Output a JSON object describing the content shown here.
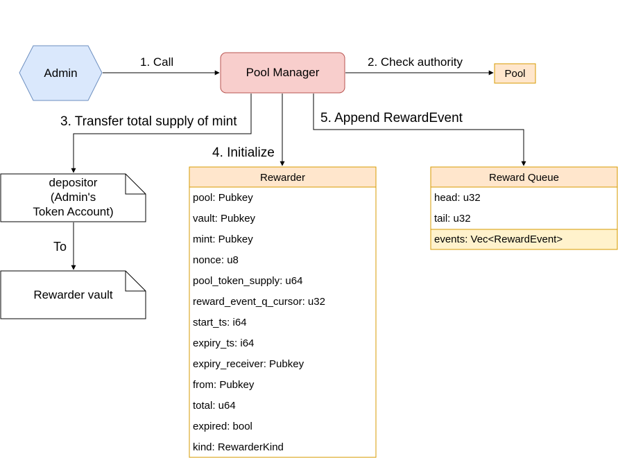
{
  "nodes": {
    "admin": "Admin",
    "pool_manager": "Pool Manager",
    "pool": "Pool",
    "depositor": [
      "depositor",
      "(Admin's",
      "Token Account)"
    ],
    "rewarder_vault": "Rewarder vault"
  },
  "edges": {
    "call": "1. Call",
    "check_authority": "2. Check authority",
    "transfer": "3. Transfer total supply of mint",
    "initialize": "4. Initialize",
    "append": "5. Append RewardEvent",
    "to": "To"
  },
  "rewarder": {
    "title": "Rewarder",
    "fields": [
      "pool: Pubkey",
      "vault: Pubkey",
      "mint: Pubkey",
      "nonce: u8",
      "pool_token_supply: u64",
      "reward_event_q_cursor: u32",
      "start_ts: i64",
      "expiry_ts: i64",
      "expiry_receiver: Pubkey",
      "from: Pubkey",
      "total: u64",
      "expired: bool",
      "kind: RewarderKind"
    ]
  },
  "reward_queue": {
    "title": "Reward Queue",
    "fields": [
      "head: u32",
      "tail: u32",
      "events: Vec<RewardEvent>"
    ]
  },
  "colors": {
    "admin_fill": "#dae8fc",
    "admin_stroke": "#6c8ebf",
    "pm_fill": "#f8cecc",
    "pm_stroke": "#b85450",
    "orange_fill": "#ffe6cc",
    "orange_stroke": "#d79b00",
    "yellow_fill": "#fff2cc"
  }
}
